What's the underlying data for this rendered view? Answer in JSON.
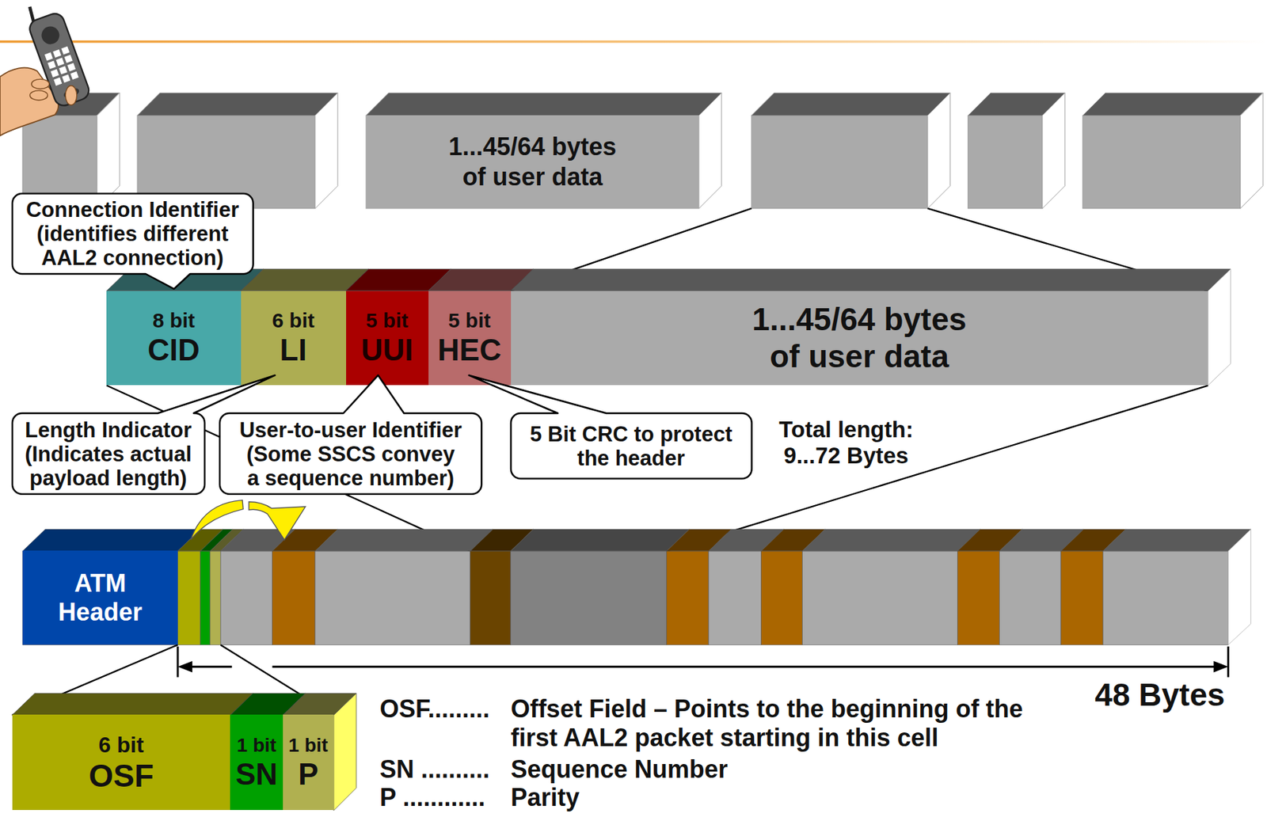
{
  "diagram": {
    "nodes": [
      {
        "text": [
          "1...45/64 bytes of user data"
        ]
      },
      {
        "text": [
          "Connection Identifier (identifies different AAL2 connection)"
        ]
      },
      {
        "text": [
          "8 bit",
          "CID"
        ]
      },
      {
        "text": [
          "6 bit",
          "LI"
        ]
      },
      {
        "text": [
          "5 bit",
          "UUI"
        ]
      },
      {
        "text": [
          "5 bit",
          "HEC"
        ]
      },
      {
        "text": [
          "1...45/64 bytes of user data"
        ]
      },
      {
        "text": [
          "Length Indicator (Indicates actual payload length)"
        ]
      },
      {
        "text": [
          "User-to-user Identifier (Some SSCS convey a sequence number)"
        ]
      },
      {
        "text": [
          "5 Bit CRC to protect the header"
        ]
      },
      {
        "text": [
          "ATM Header"
        ]
      },
      {
        "text": [
          "6 bit",
          "OSF"
        ]
      },
      {
        "text": [
          "1 bit",
          "SN"
        ]
      },
      {
        "text": [
          "1 bit",
          "P"
        ]
      }
    ],
    "labels": [
      "Total length: 9...72 Bytes",
      "48 Bytes",
      "OSF.........",
      "Offset Field – Points to the beginning of the first AAL2 packet starting in this cell",
      "SN ..........",
      "Sequence Number",
      "P ............",
      "Parity"
    ]
  }
}
